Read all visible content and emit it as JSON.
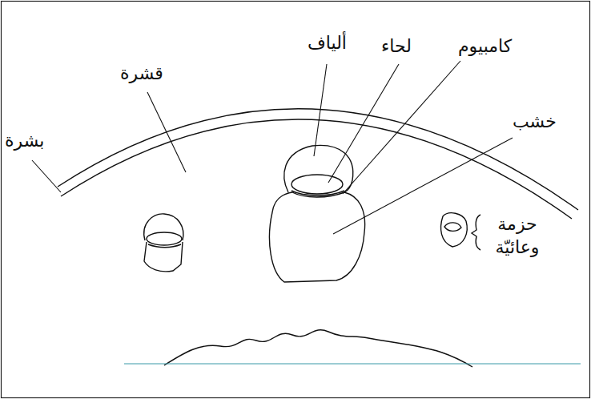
{
  "diagram": {
    "labels": [
      "بشرة",
      "قشرة",
      "ألياف",
      "لحاء",
      "كامبيوم",
      "خشب",
      "حزمة وعائيّة"
    ]
  }
}
